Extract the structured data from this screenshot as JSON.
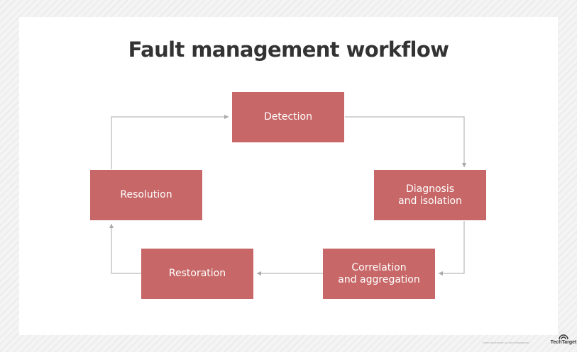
{
  "title": "Fault management workflow",
  "steps": {
    "detection": "Detection",
    "diagnosis": "Diagnosis\nand isolation",
    "correlation": "Correlation\nand aggregation",
    "restoration": "Restoration",
    "resolution": "Resolution"
  },
  "footer": {
    "credit": "©2023 TECHTARGET. ALL RIGHTS RESERVED",
    "logo": "TechTarget"
  },
  "colors": {
    "box": "#c86767",
    "arrow": "#a9a9a9",
    "title": "#333333"
  }
}
